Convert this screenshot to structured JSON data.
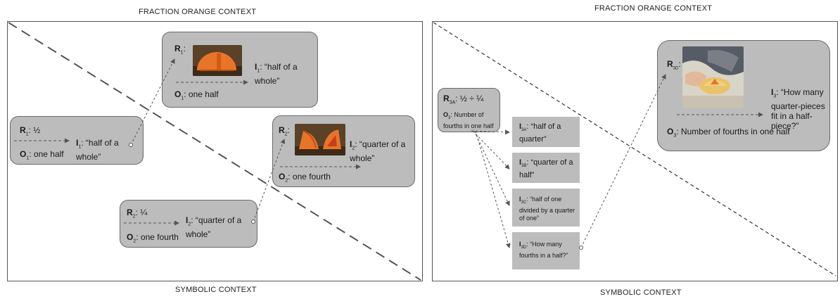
{
  "left": {
    "top_label": "FRACTION ORANGE CONTEXT",
    "bottom_label": "SYMBOLIC CONTEXT",
    "r1_top": {
      "r": "R",
      "r_sub": "1",
      "r_colon": ":",
      "i": "I",
      "i_sub": "1",
      "i_text": ": “half of a whole”",
      "o": "O",
      "o_sub": "1",
      "o_text": ": one half"
    },
    "r1_sym": {
      "r": "R",
      "r_sub": "1",
      "r_text": ": ½",
      "i": "I",
      "i_sub": "1",
      "i_text": ": “half of a whole”",
      "o": "O",
      "o_sub": "1",
      "o_text": ": one half"
    },
    "r2_top": {
      "r": "R",
      "r_sub": "2",
      "r_colon": ":",
      "i": "I",
      "i_sub": "2",
      "i_text": ": “quarter of a whole”",
      "o": "O",
      "o_sub": "2",
      "o_text": ": one fourth"
    },
    "r2_sym": {
      "r": "R",
      "r_sub": "2",
      "r_text": ": ¼",
      "i": "I",
      "i_sub": "2",
      "i_text": ": “quarter of a whole”",
      "o": "O",
      "o_sub": "2",
      "o_text": ": one fourth"
    }
  },
  "right": {
    "top_label": "FRACTION ORANGE CONTEXT",
    "bottom_label": "SYMBOLIC CONTEXT",
    "r3a": {
      "r": "R",
      "r_sub": "3A",
      "r_text": ": ½ ÷ ¼",
      "o": "O",
      "o_sub": "3",
      "o_text": ": Number of fourths in one half"
    },
    "i3a": {
      "i": "I",
      "i_sub": "3A",
      "i_text": ": “half of a quarter”"
    },
    "i3b": {
      "i": "I",
      "i_sub": "3B",
      "i_text": ": “quarter of a half”"
    },
    "i3c": {
      "i": "I",
      "i_sub": "3C",
      "i_text": ": “half of one divided by a quarter of one”"
    },
    "i3d": {
      "i": "I",
      "i_sub": "3D",
      "i_text": ": “How many fourths in a half?”"
    },
    "r3d": {
      "r": "R",
      "r_sub": "3D",
      "r_colon": ":",
      "i": "I",
      "i_sub": "3",
      "i_text": ": “How many quarter-pieces fit in a half-piece?”",
      "o": "O",
      "o_sub": "3",
      "o_text": ": Number of fourths in one half"
    }
  },
  "colors": {
    "box_fill": "#bcbcbc",
    "orange": "#e8742a",
    "dash": "#555555"
  }
}
